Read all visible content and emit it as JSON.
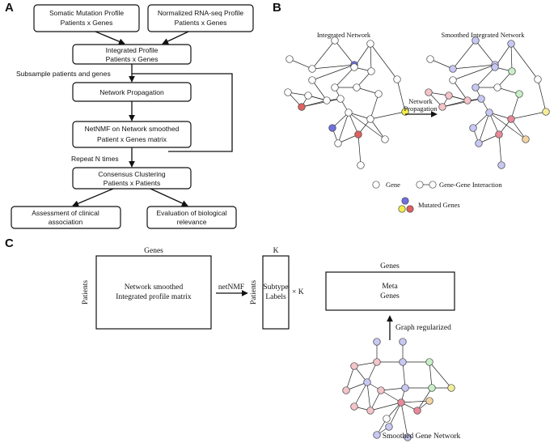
{
  "panels": {
    "a": "A",
    "b": "B",
    "c": "C"
  },
  "flow": {
    "somatic": [
      "Somatic Mutation Profile",
      "Patients x Genes"
    ],
    "rnaseq": [
      "Normalized RNA-seq Profile",
      "Patients x Genes"
    ],
    "integrated": [
      "Integrated Profile",
      "Patients x Genes"
    ],
    "subsample": "Subsample patients and genes",
    "propagation": "Network Propagation",
    "netnmf": [
      "NetNMF on Network smoothed",
      "Patient x Genes matrix"
    ],
    "repeat": "Repeat N times",
    "consensus": [
      "Consensus Clustering",
      "Patients x Patients"
    ],
    "clinical": [
      "Assessment of clinical",
      "association"
    ],
    "biological": [
      "Evaluation  of biological",
      "relevance"
    ]
  },
  "panel_b": {
    "left_title": "Integrated Network",
    "right_title": "Smoothed Integrated Network",
    "arrow_label": [
      "Network",
      "Propagation"
    ],
    "legend_gene": "Gene",
    "legend_interaction": "Gene-Gene Interaction",
    "legend_mutated": "Mutated Genes"
  },
  "panel_c": {
    "genes_left": "Genes",
    "patients_left": "Patients",
    "matrix_text": [
      "Network smoothed",
      "Integrated profile matrix"
    ],
    "netnmf": "netNMF",
    "k_top": "K",
    "patients_mid": "Patients",
    "subtype": [
      "Subtype",
      "Labels"
    ],
    "times_k": "× K",
    "genes_right": "Genes",
    "meta": [
      "Meta",
      "Genes"
    ],
    "graph_reg": "Graph regularized",
    "network_label": "Smoothed Gene Network"
  },
  "colors": {
    "mutated_blue": "#6f6fe0",
    "mutated_yellow": "#f2ee4a",
    "mutated_red": "#e06060",
    "smooth_blue": "#c8c8f4",
    "smooth_pink": "#f4c4c8",
    "smooth_green": "#c8f0c8",
    "smooth_yellow": "#f4ee9a",
    "smooth_red": "#e88a9a",
    "smooth_orange": "#f4d4a4"
  }
}
